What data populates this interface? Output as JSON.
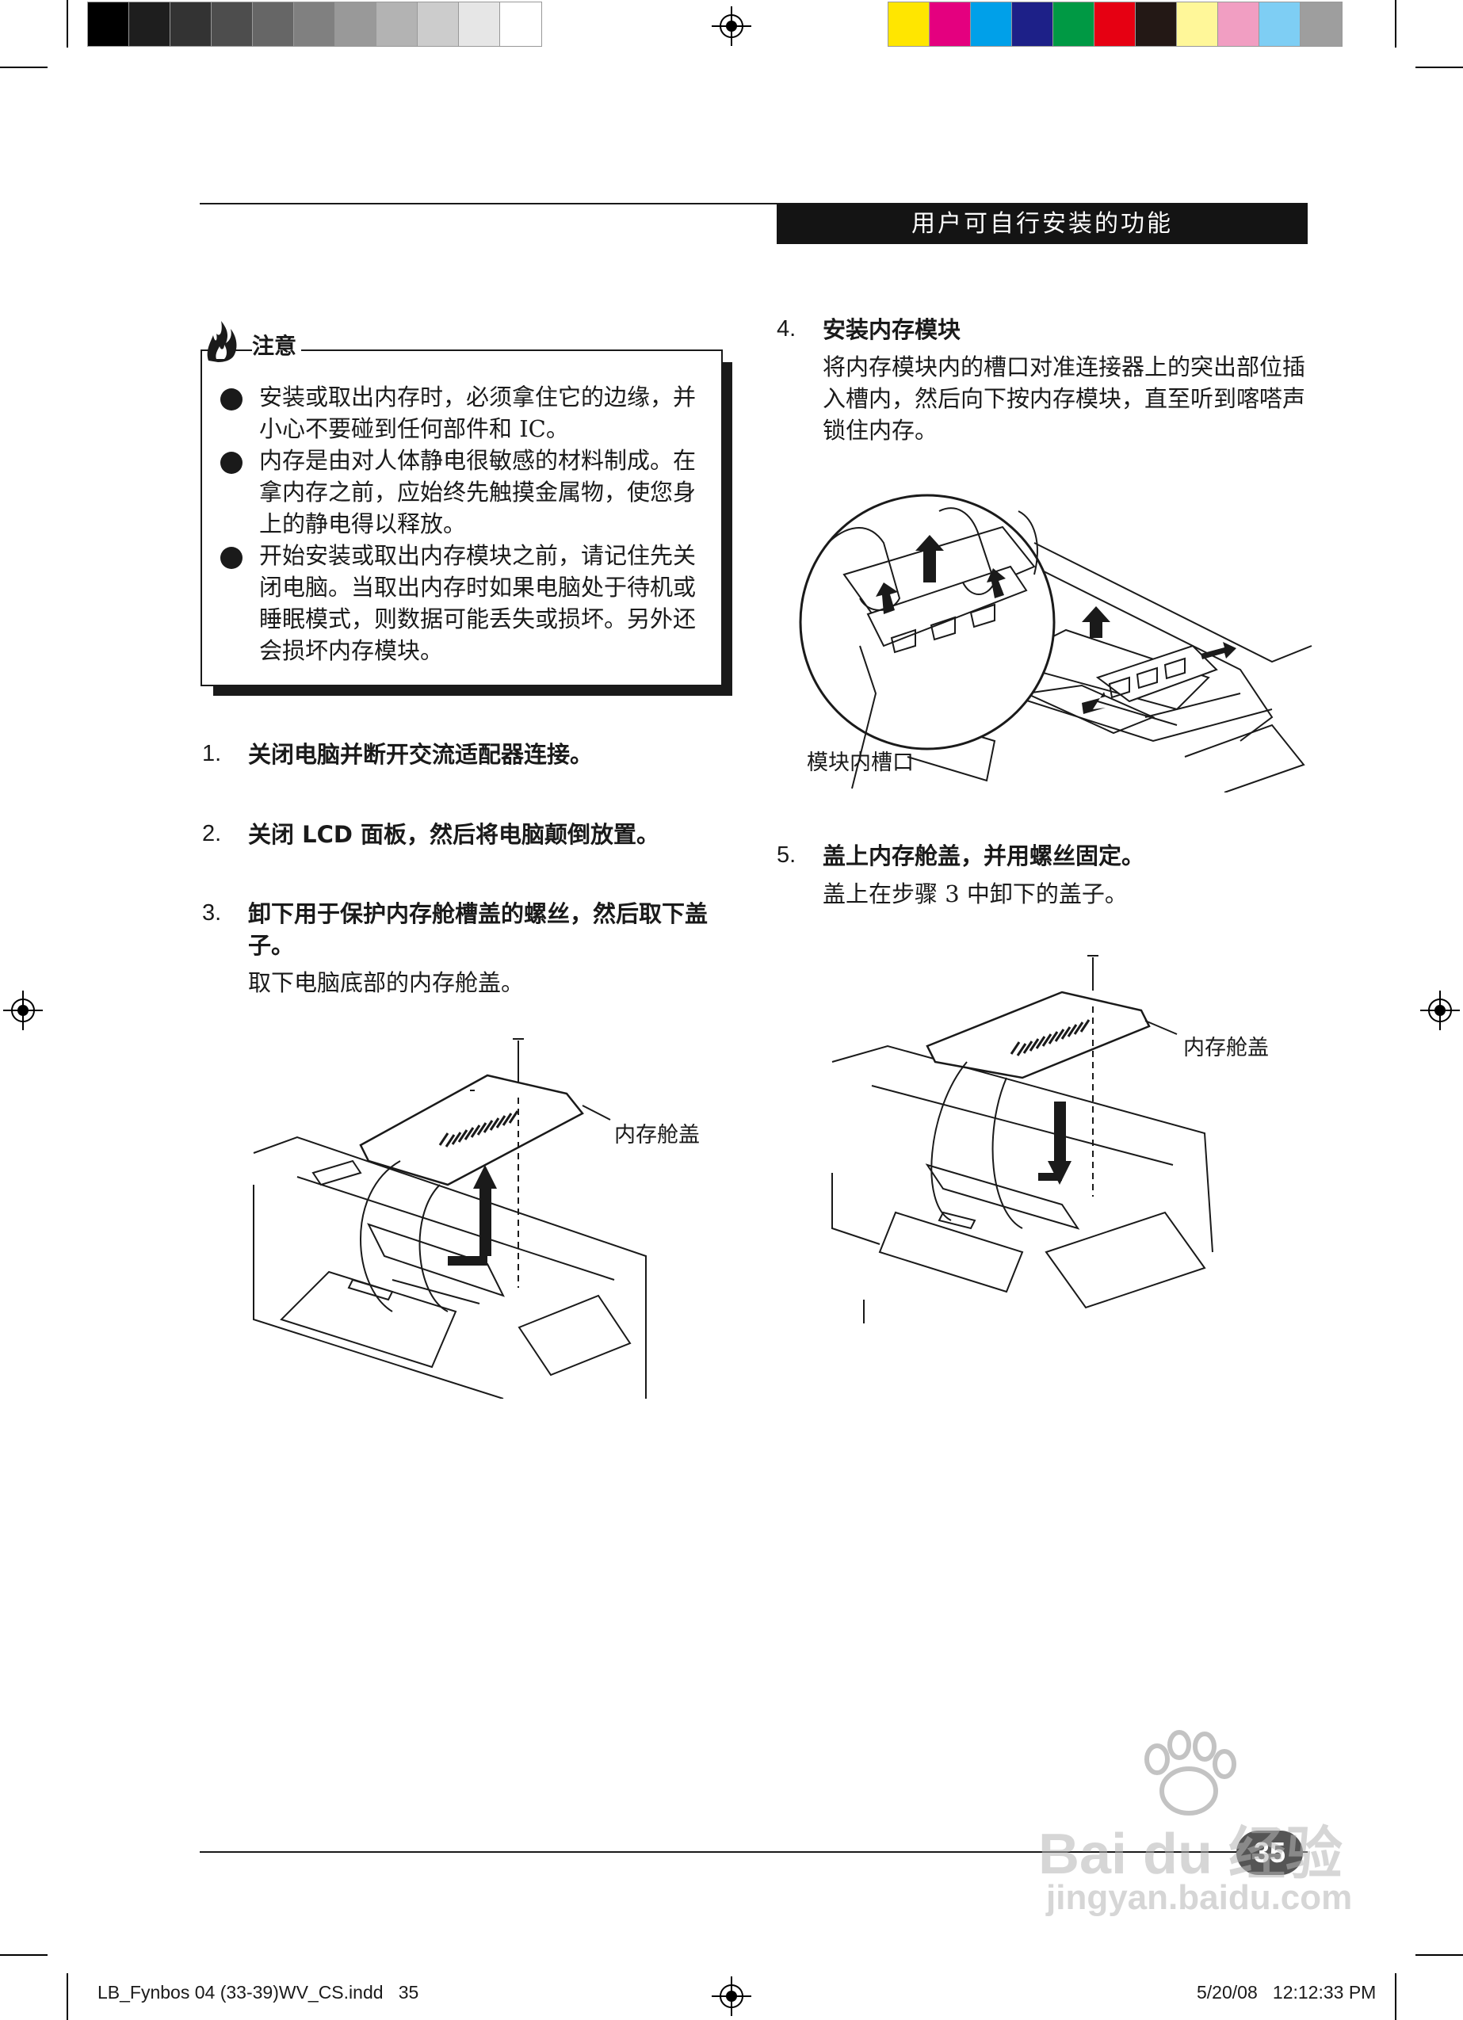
{
  "color_bar": {
    "grays": [
      "#000000",
      "#1e1e1e",
      "#333333",
      "#4d4d4d",
      "#666666",
      "#808080",
      "#999999",
      "#b3b3b3",
      "#cccccc",
      "#e6e6e6",
      "#ffffff"
    ],
    "colors": [
      "#ffe600",
      "#e4007f",
      "#00a0e9",
      "#1d2088",
      "#009944",
      "#e60012",
      "#231815",
      "#fff799",
      "#f19ec2",
      "#7ecef4",
      "#9e9e9e"
    ]
  },
  "header": {
    "section_title": "用户可自行安装的功能"
  },
  "caution": {
    "title": "注意",
    "icon": "caution-flame-hand-icon",
    "items": [
      "安装或取出内存时，必须拿住它的边缘，并小心不要碰到任何部件和 IC。",
      "内存是由对人体静电很敏感的材料制成。在拿内存之前，应始终先触摸金属物，使您身上的静电得以释放。",
      "开始安装或取出内存模块之前，请记住先关闭电脑。当取出内存时如果电脑处于待机或睡眠模式，则数据可能丢失或损坏。另外还会损坏内存模块。"
    ]
  },
  "steps": [
    {
      "num": "1.",
      "title": "关闭电脑并断开交流适配器连接。",
      "body": ""
    },
    {
      "num": "2.",
      "title": "关闭 LCD 面板，然后将电脑颠倒放置。",
      "body": ""
    },
    {
      "num": "3.",
      "title": "卸下用于保护内存舱槽盖的螺丝，然后取下盖子。",
      "body": "取下电脑底部的内存舱盖。"
    },
    {
      "num": "4.",
      "title": "安装内存模块",
      "body": "将内存模块内的槽口对准连接器上的突出部位插入槽内，然后向下按内存模块，直至听到喀嗒声锁住内存。"
    },
    {
      "num": "5.",
      "title": "盖上内存舱盖，并用螺丝固定。",
      "body": "盖上在步骤 3 中卸下的盖子。"
    }
  ],
  "figures": {
    "fig_step3_label": "内存舱盖",
    "fig_step4_label": "模块内槽口",
    "fig_step5_label": "内存舱盖"
  },
  "footer": {
    "file": "LB_Fynbos 04 (33-39)WV_CS.indd   35",
    "timestamp": "5/20/08   12:12:33 PM",
    "page_number": "35"
  },
  "watermark": {
    "brand": "Bai du 经验",
    "url": "jingyan.baidu.com"
  }
}
